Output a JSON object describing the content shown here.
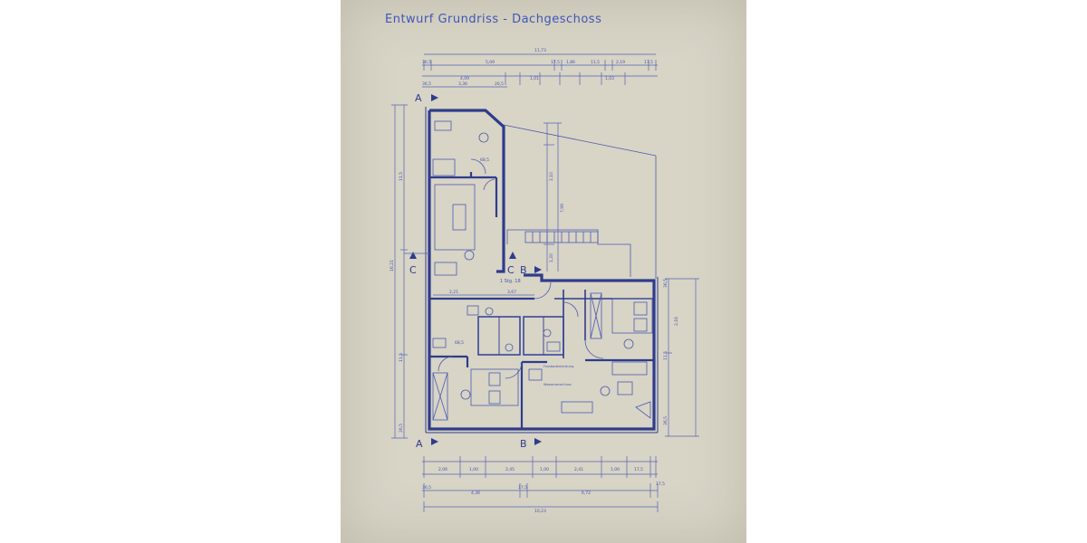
{
  "title": "Entwurf Grundriss - Dachgeschoss",
  "sections": {
    "a_top": "A",
    "a_bottom": "A",
    "b_mid": "B",
    "b_bottom": "B",
    "c_left": "C",
    "c_mid": "C"
  },
  "dimensions": {
    "top_total": "11,73",
    "top_row1": [
      "36,5",
      "5,09",
      "17,5",
      "1,86",
      "11,5",
      "2,19",
      "17,5"
    ],
    "top_row2": [
      "4,09",
      "1,01",
      "1,03"
    ],
    "top_row3": [
      "36,5",
      "3,36",
      "26,5"
    ],
    "bottom_row1": [
      "2,06",
      "1,00",
      "2,45",
      "1,00",
      "2,41",
      "1,00",
      "17,5"
    ],
    "bottom_row2": [
      "36,5",
      "4,36",
      "17,5",
      "6,72",
      "17,5"
    ],
    "bottom_total": "10,23",
    "left_total": "16,21",
    "left_parts": [
      "11,5",
      "11,5",
      "26,5"
    ],
    "right_parts": [
      "36,5",
      "2,16",
      "11,5",
      "36,5"
    ],
    "center_vertical": [
      "2,10",
      "7,99",
      "1,20"
    ],
    "inner": [
      "2,21",
      "3,67",
      "68,5",
      "68,5"
    ]
  },
  "labels": {
    "stair": "1 Stg. 18",
    "note1": "Fussbodenheizung",
    "note2": "Wasseranschluss"
  }
}
